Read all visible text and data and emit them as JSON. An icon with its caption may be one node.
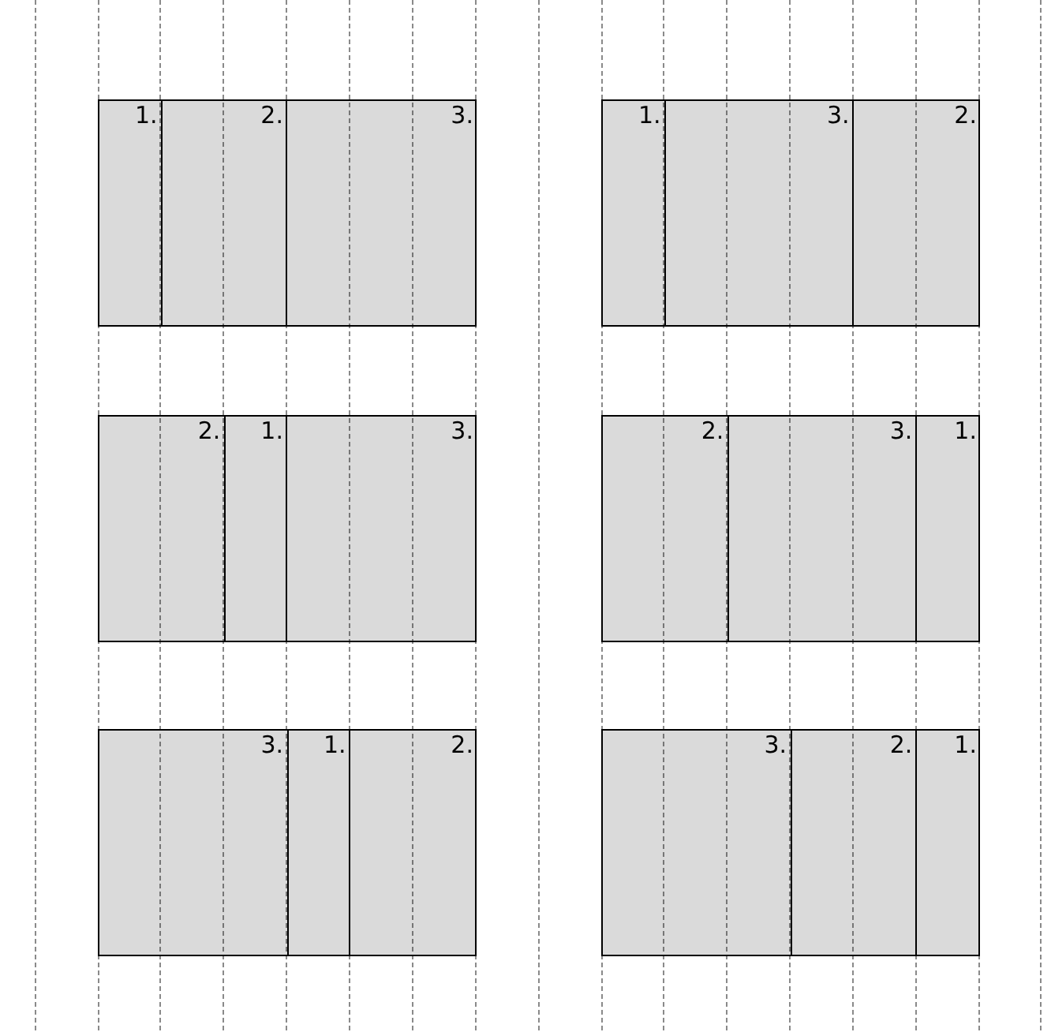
{
  "diagram": {
    "nodes": [
      {
        "text": [],
        "shape": "box"
      },
      {
        "text": [
          "1."
        ],
        "in": 0
      },
      {
        "text": [
          "2."
        ],
        "in": 0
      },
      {
        "text": [
          "3."
        ],
        "in": 0
      },
      {
        "text": [],
        "shape": "box"
      },
      {
        "text": [
          "1."
        ],
        "in": 4
      },
      {
        "text": [
          "3."
        ],
        "in": 4
      },
      {
        "text": [
          "2."
        ],
        "in": 4
      },
      {
        "text": [],
        "shape": "box"
      },
      {
        "text": [
          "2."
        ],
        "in": 8
      },
      {
        "text": [
          "1."
        ],
        "in": 8
      },
      {
        "text": [
          "3."
        ],
        "in": 8
      },
      {
        "text": [],
        "shape": "box"
      },
      {
        "text": [
          "2."
        ],
        "in": 12
      },
      {
        "text": [
          "3."
        ],
        "in": 12
      },
      {
        "text": [
          "1."
        ],
        "in": 12
      },
      {
        "text": [],
        "shape": "box"
      },
      {
        "text": [
          "3."
        ],
        "in": 16
      },
      {
        "text": [
          "1."
        ],
        "in": 16
      },
      {
        "text": [
          "2."
        ],
        "in": 16
      },
      {
        "text": [],
        "shape": "box"
      },
      {
        "text": [
          "3."
        ],
        "in": 20
      },
      {
        "text": [
          "2."
        ],
        "in": 20
      },
      {
        "text": [
          "1."
        ],
        "in": 20
      }
    ]
  }
}
